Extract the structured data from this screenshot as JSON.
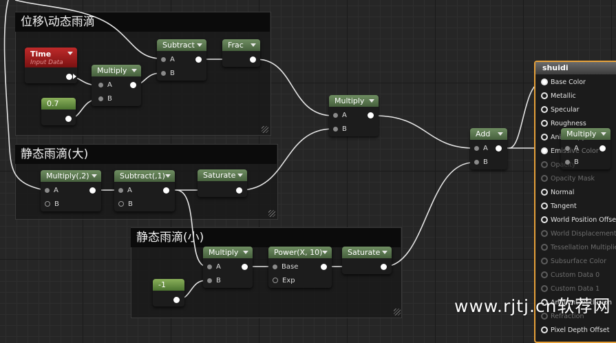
{
  "comments": [
    {
      "id": "c1",
      "title": "位移\\动态雨滴"
    },
    {
      "id": "c2",
      "title": "静态雨滴(大)"
    },
    {
      "id": "c3",
      "title": "静态雨滴(小)"
    }
  ],
  "nodes": {
    "time": {
      "title": "Time",
      "subtitle": "Input Data"
    },
    "const07": {
      "value": "0.7"
    },
    "multiply1": {
      "title": "Multiply",
      "pin_a": "A",
      "pin_b": "B"
    },
    "subtract1": {
      "title": "Subtract",
      "pin_a": "A",
      "pin_b": "B"
    },
    "frac": {
      "title": "Frac"
    },
    "multiply2": {
      "title": "Multiply",
      "pin_a": "A",
      "pin_b": "B"
    },
    "multiply_2": {
      "title": "Multiply(,2)",
      "pin_a": "A",
      "pin_b": "B"
    },
    "subtract_1": {
      "title": "Subtract(,1)",
      "pin_a": "A",
      "pin_b": "B"
    },
    "saturate1": {
      "title": "Saturate"
    },
    "add": {
      "title": "Add",
      "pin_a": "A",
      "pin_b": "B"
    },
    "multiply3": {
      "title": "Multiply",
      "pin_a": "A",
      "pin_b": "B"
    },
    "power": {
      "title": "Power(X, 10)",
      "pin_base": "Base",
      "pin_exp": "Exp"
    },
    "saturate2": {
      "title": "Saturate"
    },
    "constm1": {
      "value": "-1"
    },
    "multiply_overlay": {
      "title": "Multiply",
      "pin_a": "A",
      "pin_b": "B"
    }
  },
  "material": {
    "title": "shuidi",
    "inputs": [
      {
        "label": "Base Color",
        "enabled": true
      },
      {
        "label": "Metallic",
        "enabled": true
      },
      {
        "label": "Specular",
        "enabled": true
      },
      {
        "label": "Roughness",
        "enabled": true
      },
      {
        "label": "Anisotropy",
        "enabled": true
      },
      {
        "label": "Emissive Color",
        "enabled": true
      },
      {
        "label": "Opacity",
        "enabled": false
      },
      {
        "label": "Opacity Mask",
        "enabled": false
      },
      {
        "label": "Normal",
        "enabled": true
      },
      {
        "label": "Tangent",
        "enabled": true
      },
      {
        "label": "World Position Offset",
        "enabled": true
      },
      {
        "label": "World Displacement",
        "enabled": false
      },
      {
        "label": "Tessellation Multiplier",
        "enabled": false
      },
      {
        "label": "Subsurface Color",
        "enabled": false
      },
      {
        "label": "Custom Data 0",
        "enabled": false
      },
      {
        "label": "Custom Data 1",
        "enabled": false
      },
      {
        "label": "Ambient Occlusion",
        "enabled": true
      },
      {
        "label": "Refraction",
        "enabled": false
      },
      {
        "label": "Pixel Depth Offset",
        "enabled": true
      }
    ]
  },
  "watermark": "www.rjtj.cn软荐网",
  "colors": {
    "wire": "#e6e6e6",
    "material_border": "#e8a23a",
    "time_header": "#bf2a2a",
    "node_header": "#5c7a50"
  }
}
